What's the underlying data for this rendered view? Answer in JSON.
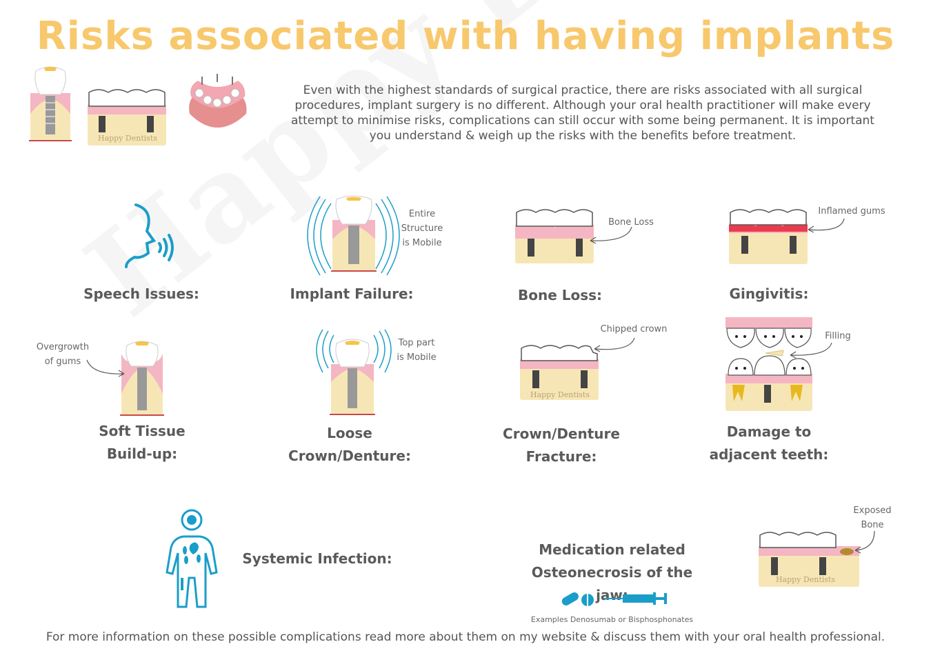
{
  "title": "Risks associated with having implants",
  "intro": "Even with the highest standards of surgical practice, there are risks associated with all surgical procedures, implant surgery is no different. Although your oral health practitioner will make every attempt to minimise risks, complications can still occur with some being permanent. It is important you understand & weigh up the risks with the benefits before treatment.",
  "watermark": "Happy Dentists",
  "brand_stamp": "Happy Dentists",
  "risks": {
    "speech": {
      "label": "Speech Issues:"
    },
    "implant_failure": {
      "label": "Implant Failure:",
      "note_1": "Entire",
      "note_2": "Structure",
      "note_3": "is Mobile"
    },
    "bone_loss": {
      "label": "Bone Loss:",
      "note": "Bone Loss"
    },
    "gingivitis": {
      "label": "Gingivitis:",
      "note": "Inflamed gums"
    },
    "soft_tissue": {
      "label_1": "Soft Tissue",
      "label_2": "Build-up:",
      "note_1": "Overgrowth",
      "note_2": "of gums"
    },
    "loose_crown": {
      "label_1": "Loose",
      "label_2": "Crown/Denture:",
      "note_1": "Top part",
      "note_2": "is Mobile"
    },
    "crown_fracture": {
      "label_1": "Crown/Denture",
      "label_2": "Fracture:",
      "note": "Chipped crown"
    },
    "adjacent_damage": {
      "label_1": "Damage to",
      "label_2": "adjacent teeth:",
      "note": "Filling"
    },
    "systemic": {
      "label": "Systemic Infection:"
    },
    "mronj": {
      "label_1": "Medication related",
      "label_2": "Osteonecrosis of the jaw:",
      "examples": "Examples Denosumab or Bisphosphonates",
      "note_1": "Exposed",
      "note_2": "Bone"
    }
  },
  "footer": "For more information on these possible complications read more about them on my website & discuss them with your oral health professional.",
  "colors": {
    "title": "#f8c86d",
    "gum": "#f4b6c2",
    "bone": "#f7e6b5",
    "icon_blue": "#1a9ec9",
    "inflamed": "#ea3c4e"
  }
}
